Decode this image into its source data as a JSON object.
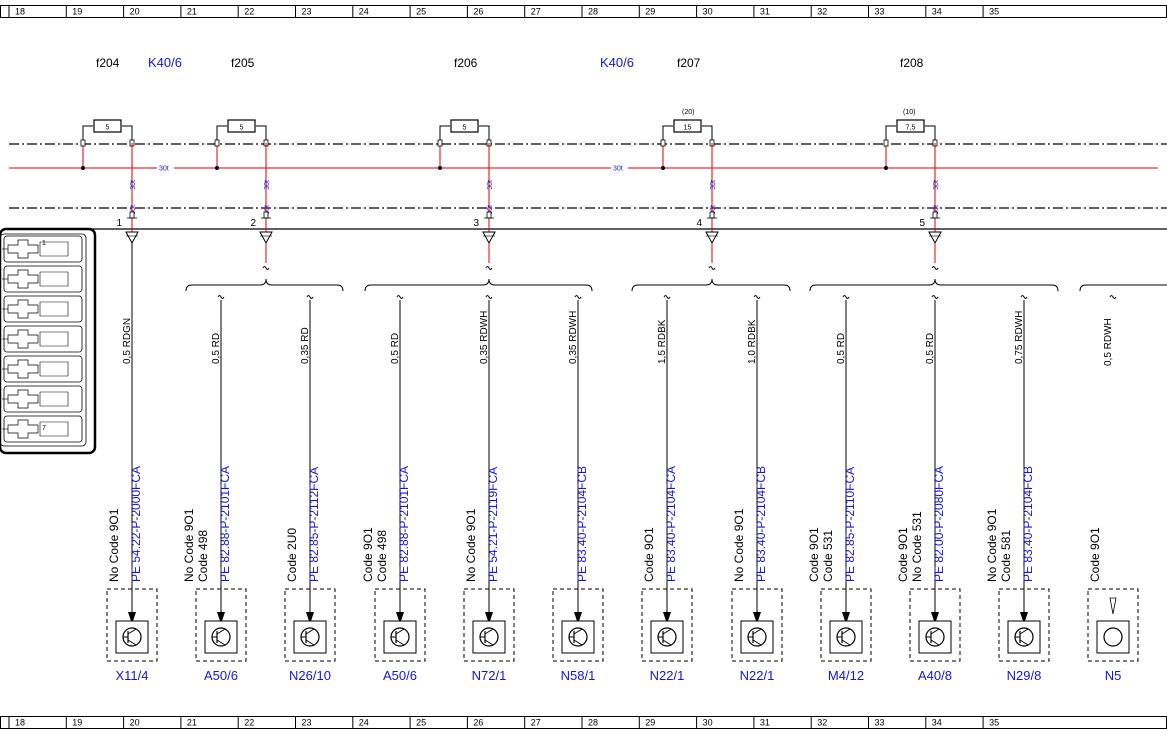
{
  "ruler": [
    "18",
    "19",
    "20",
    "21",
    "22",
    "23",
    "24",
    "25",
    "26",
    "27",
    "28",
    "29",
    "30",
    "31",
    "32",
    "33",
    "34",
    "35"
  ],
  "fuses": [
    {
      "name": "f204",
      "rating": "5",
      "note": ""
    },
    {
      "name": "f205",
      "rating": "5",
      "note": ""
    },
    {
      "name": "f206",
      "rating": "5",
      "note": ""
    },
    {
      "name": "f207",
      "rating": "15",
      "note": "(20)"
    },
    {
      "name": "f208",
      "rating": "7,5",
      "note": "(10)"
    }
  ],
  "relays": [
    "K40/6",
    "K40/6"
  ],
  "bus_label": "30t",
  "pins": [
    "1",
    "2",
    "3",
    "4",
    "5"
  ],
  "connector_pins": [
    "1",
    "7"
  ],
  "branches": [
    {
      "wire": "0,5 RDGN",
      "codes": [
        "No Code 9O1"
      ],
      "pe": "PE 54.22-P-2000FCA",
      "comp": "X11/4"
    },
    {
      "wire": "0,5 RD",
      "codes": [
        "No Code 9O1",
        "Code 498"
      ],
      "pe": "PE 82.88-P-2101FCA",
      "comp": "A50/6"
    },
    {
      "wire": "0,35 RD",
      "codes": [
        "Code 2U0"
      ],
      "pe": "PE 82.85-P-2112FCA",
      "comp": "N26/10"
    },
    {
      "wire": "0,5 RD",
      "codes": [
        "Code 9O1",
        "Code 498"
      ],
      "pe": "PE 82.88-P-2101FCA",
      "comp": "A50/6"
    },
    {
      "wire": "0,35 RDWH",
      "codes": [
        "No Code 9O1"
      ],
      "pe": "PE 54.21-P-2119FCA",
      "comp": "N72/1"
    },
    {
      "wire": "0,35 RDWH",
      "codes": [],
      "pe": "PE 83.40-P-2104FCB",
      "comp": "N58/1"
    },
    {
      "wire": "1,5 RDBK",
      "codes": [
        "Code 9O1"
      ],
      "pe": "PE 83.40-P-2104FCA",
      "comp": "N22/1"
    },
    {
      "wire": "1,0 RDBK",
      "codes": [
        "No Code 9O1"
      ],
      "pe": "PE 83.40-P-2104FCB",
      "comp": "N22/1"
    },
    {
      "wire": "0,5 RD",
      "codes": [
        "Code 9O1",
        "Code 531"
      ],
      "pe": "PE 82.85-P-2110FCA",
      "comp": "M4/12"
    },
    {
      "wire": "0,5 RD",
      "codes": [
        "Code 9O1",
        "No Code 531"
      ],
      "pe": "PE 82.00-P-2080FCA",
      "comp": "A40/8"
    },
    {
      "wire": "0,75 RDWH",
      "codes": [
        "No Code 9O1",
        "Code 581"
      ],
      "pe": "PE 83.40-P-2104FCB",
      "comp": "N29/8"
    },
    {
      "wire": "0,5 RDWH",
      "codes": [
        "Code 9O1"
      ],
      "pe": "",
      "comp": "N5"
    }
  ]
}
